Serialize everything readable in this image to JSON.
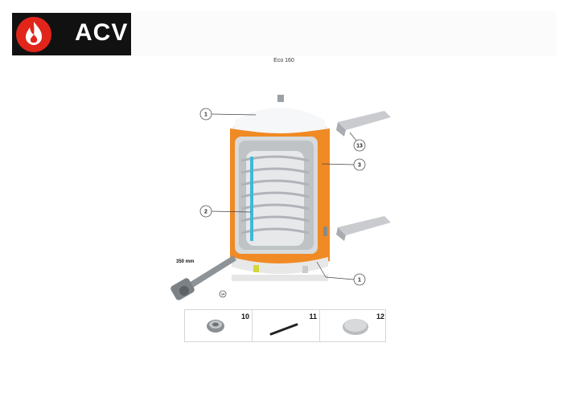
{
  "brand": {
    "logo_text": "ACV"
  },
  "title": "Eco 160",
  "annotations": {
    "c1_top": "1",
    "c2": "2",
    "c3": "3",
    "c13": "13",
    "c1_bottom": "1",
    "c14": "14",
    "dimension": "350 mm"
  },
  "parts_table": [
    {
      "number": "10",
      "part": "fitting-nut"
    },
    {
      "number": "11",
      "part": "rod"
    },
    {
      "number": "12",
      "part": "disc-cover"
    }
  ],
  "colors": {
    "orange": "#f08a24",
    "grey": "#c8c8c8",
    "red": "#e1251b",
    "logo_bg": "#111111"
  }
}
